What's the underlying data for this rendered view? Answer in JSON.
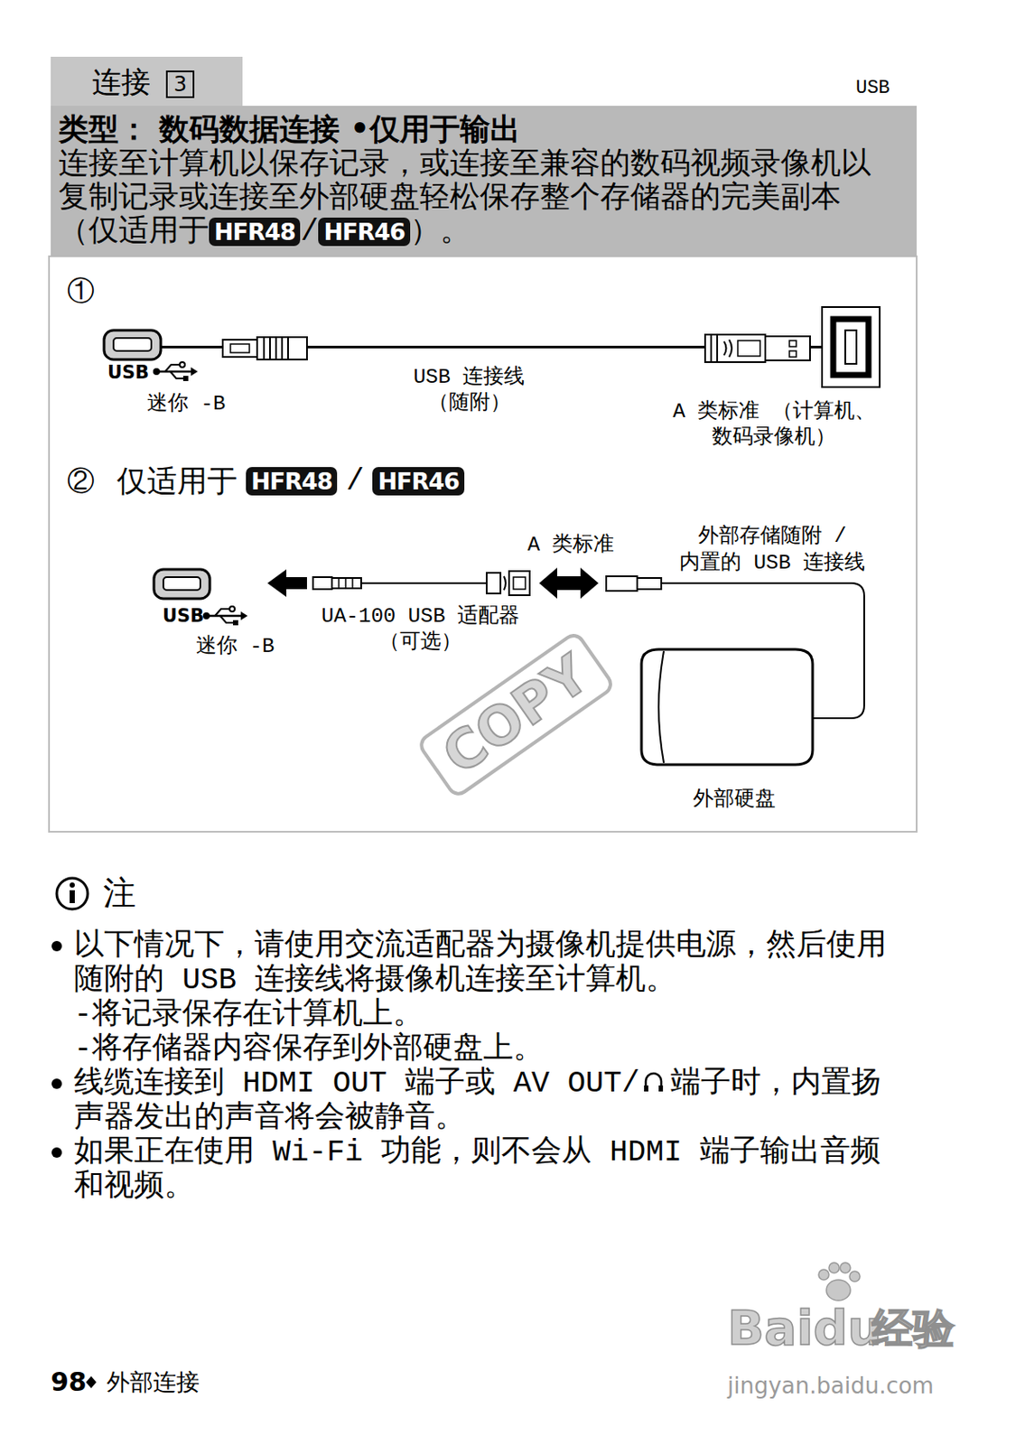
{
  "diagram": {
    "nodes": [
      {
        "text": [
          "连接",
          "3"
        ]
      },
      {
        "text": [
          "类型： 数码数据连接 •仅用于输出",
          "连接至计算机以保存记录，或连接至兼容的数码视频录像机以复制记录或连接至外部硬盘轻松保存整个存储器的完美副本（仅适用于",
          "HFR48",
          "/",
          "HFR46",
          "）。"
        ]
      },
      {
        "text": [
          "USB",
          "迷你 -B"
        ]
      },
      {
        "text": [
          "A 类标准 （计算机、数码录像机）"
        ]
      }
    ],
    "edges": [
      {
        "from": 2,
        "to": 3,
        "arrow": "none",
        "label": "USB 连接线 （随附）"
      }
    ],
    "labels": [
      "USB",
      "①",
      "②",
      "仅适用于",
      "HFR48",
      "/",
      "HFR46",
      "A 类标准",
      "外部存储随附 / 内置的 USB 连接线",
      "USB",
      "迷你 -B",
      "UA-100 USB 适配器 （可选）",
      "外部硬盘",
      "COPY",
      "注",
      "以下情况下，请使用交流适配器为摄像机提供电源，然后使用随附的 USB 连接线将摄像机连接至计算机。",
      "-将记录保存在计算机上。",
      "-将存储器内容保存到外部硬盘上。",
      "线缆连接到 HDMI OUT 端子或 AV OUT/",
      "端子时，内置扬声器发出的声音将会被静音。",
      "如果正在使用 Wi-Fi 功能，则不会从 HDMI 端子输出音频和视频。",
      "98",
      "外部连接",
      "Baidu",
      "经验",
      "jingyan.baidu.com"
    ]
  }
}
